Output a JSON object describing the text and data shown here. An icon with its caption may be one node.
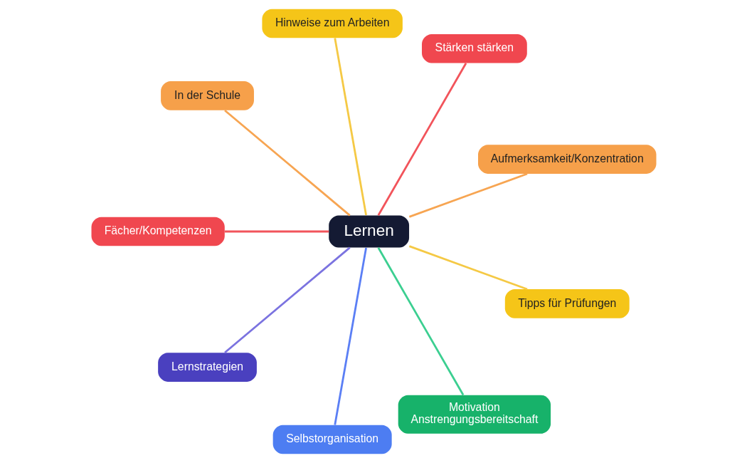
{
  "diagram": {
    "nodes": [
      {
        "text": [
          "Lernen"
        ]
      },
      {
        "text": [
          "Stärken stärken"
        ]
      },
      {
        "text": [
          "Hinweise zum Arbeiten"
        ]
      },
      {
        "text": [
          "In der Schule"
        ]
      },
      {
        "text": [
          "Fächer/Kompetenzen"
        ]
      },
      {
        "text": [
          "Aufmerksamkeit/Konzentration"
        ]
      },
      {
        "text": [
          "Tipps für Prüfungen"
        ]
      },
      {
        "text": [
          "Motivation Anstrengungsbereitschaft"
        ]
      },
      {
        "text": [
          "Selbstorganisation"
        ]
      },
      {
        "text": [
          "Lernstrategien"
        ]
      }
    ],
    "edges": [
      {
        "from": 0,
        "to": 1,
        "arrow": "none",
        "color": "#f2545b"
      },
      {
        "from": 0,
        "to": 2,
        "arrow": "none",
        "color": "#f5c945"
      },
      {
        "from": 0,
        "to": 3,
        "arrow": "none",
        "color": "#f7a552"
      },
      {
        "from": 0,
        "to": 4,
        "arrow": "none",
        "color": "#f2545b"
      },
      {
        "from": 0,
        "to": 5,
        "arrow": "none",
        "color": "#f7a552"
      },
      {
        "from": 0,
        "to": 6,
        "arrow": "none",
        "color": "#f5c945"
      },
      {
        "from": 0,
        "to": 7,
        "arrow": "none",
        "color": "#3ccf91"
      },
      {
        "from": 0,
        "to": 8,
        "arrow": "none",
        "color": "#5b7ff5"
      },
      {
        "from": 0,
        "to": 9,
        "arrow": "none",
        "color": "#7b73e0"
      }
    ]
  }
}
